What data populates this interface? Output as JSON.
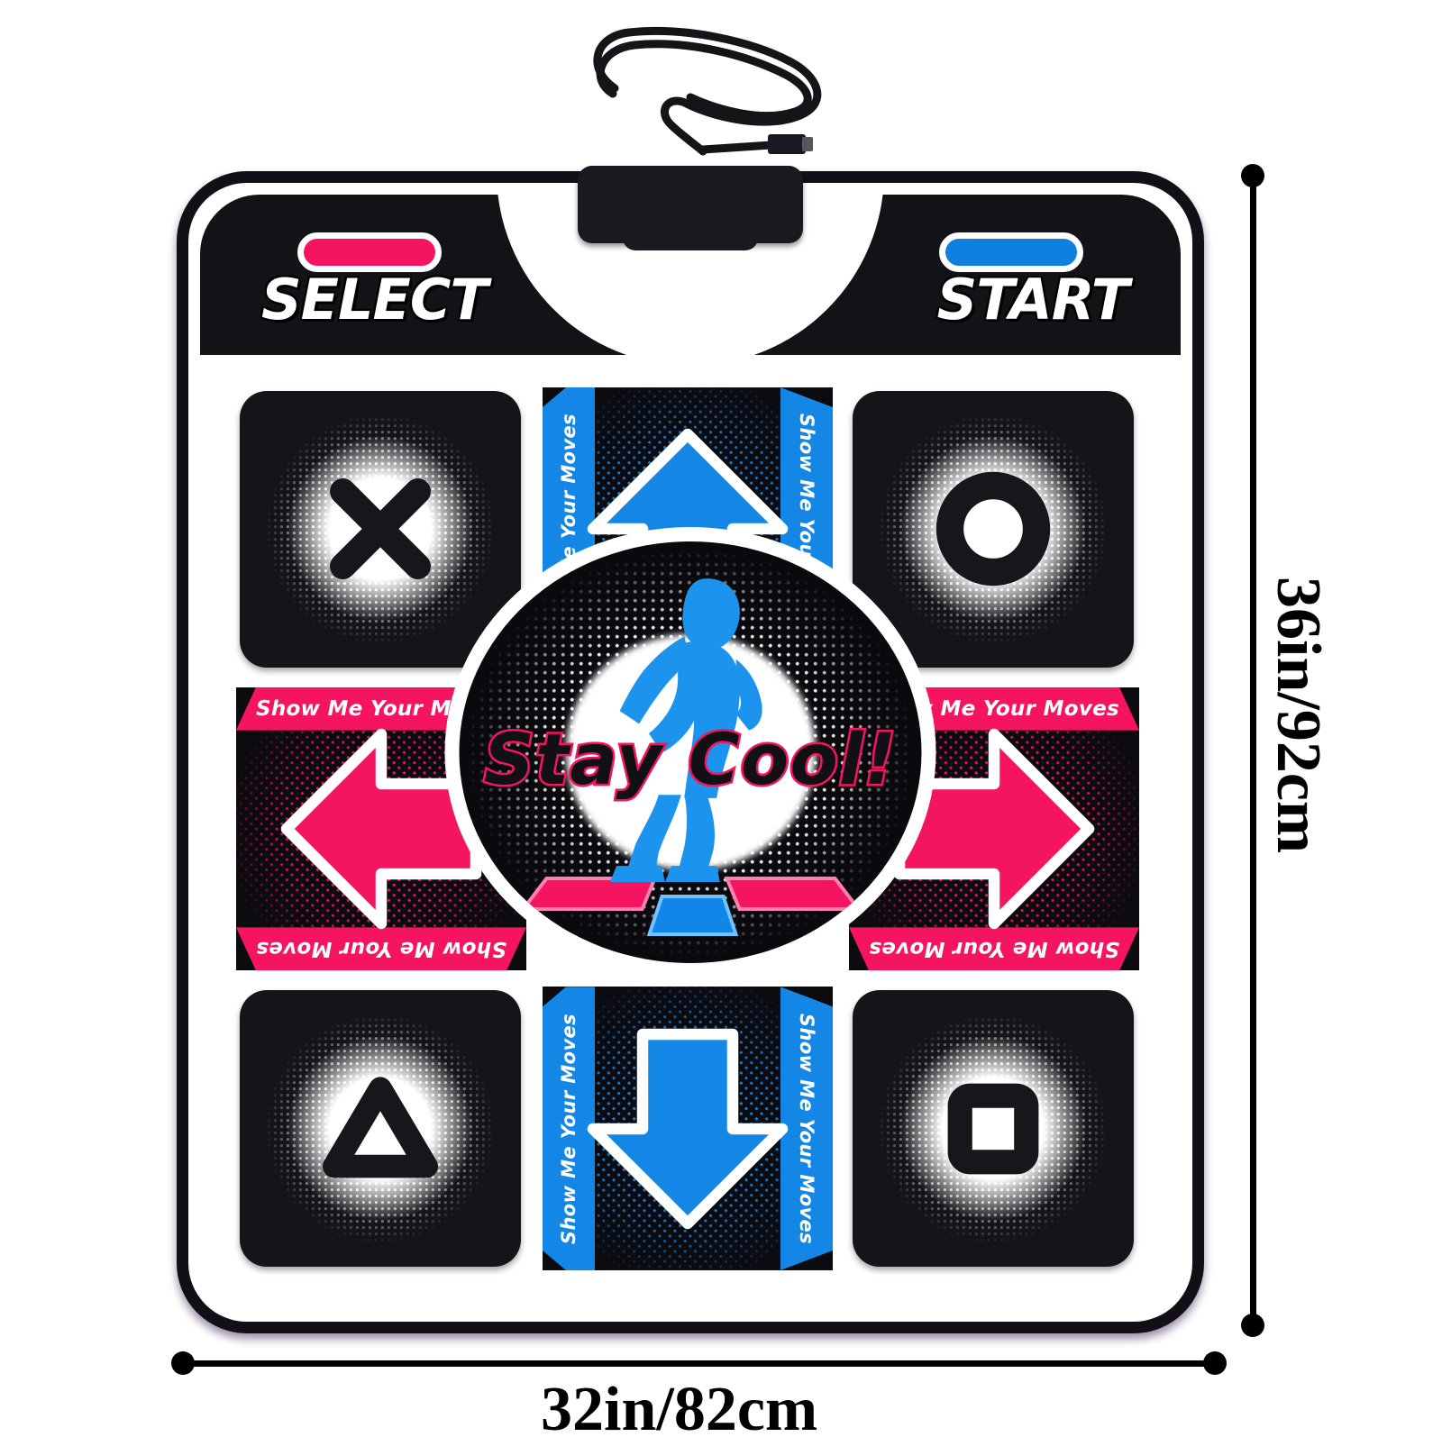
{
  "product": {
    "name": "dance-mat",
    "logo_text": "Stay Cool!",
    "tagline": "Show Me Your Moves"
  },
  "colors": {
    "pink": "#F4145F",
    "blue": "#1386E6",
    "black": "#131217",
    "white": "#FFFFFF"
  },
  "header": {
    "select_label": "SELECT",
    "start_label": "START",
    "select_button_color": "#F4145F",
    "start_button_color": "#0F7FE0"
  },
  "dimensions": {
    "height_label": "36in/92cm",
    "width_label": "32in/82cm"
  },
  "panels": {
    "top_left": {
      "icon": "cross-x-icon",
      "label": "X"
    },
    "top_center": {
      "icon": "arrow-up-icon",
      "label": "Up",
      "color": "#1386E6"
    },
    "top_right": {
      "icon": "circle-o-icon",
      "label": "O"
    },
    "mid_left": {
      "icon": "arrow-left-icon",
      "label": "Left",
      "color": "#F4145F"
    },
    "mid_center": {
      "icon": "stay-cool-badge",
      "label": "Stay Cool!"
    },
    "mid_right": {
      "icon": "arrow-right-icon",
      "label": "Right",
      "color": "#F4145F"
    },
    "bottom_left": {
      "icon": "triangle-icon",
      "label": "Triangle"
    },
    "bottom_center": {
      "icon": "arrow-down-icon",
      "label": "Down",
      "color": "#1386E6"
    },
    "bottom_right": {
      "icon": "square-icon",
      "label": "Square"
    }
  },
  "accessories": {
    "cable": "usb-cable",
    "connector": "mat-connector-plug"
  }
}
